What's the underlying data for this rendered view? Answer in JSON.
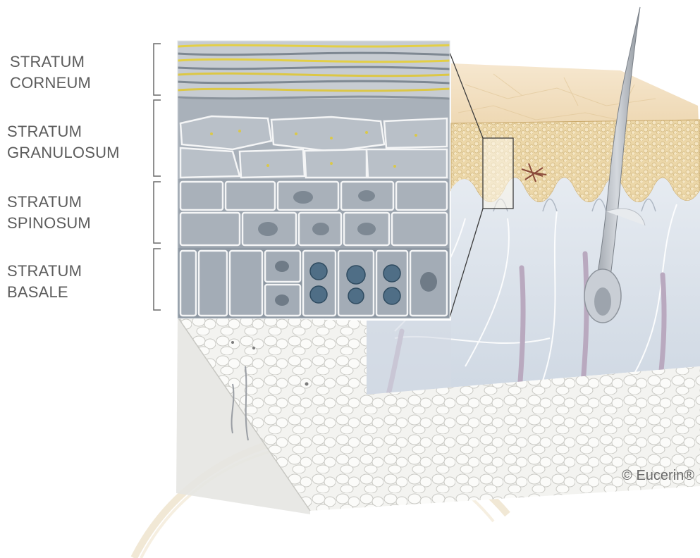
{
  "layers": [
    {
      "name": "STRATUM\nCORNEUM"
    },
    {
      "name": "STRATUM\nGRANULOSUM"
    },
    {
      "name": "STRATUM\nSPINOSUM"
    },
    {
      "name": "STRATUM\nBASALE"
    }
  ],
  "copyright": "© Eucerin®",
  "colors": {
    "corneum_yellow": "#e8d34a",
    "cell_gray": "#9aa3ad",
    "dermis_blue": "#d8e0ea",
    "fat_white": "#f2f2ef",
    "skin_tan": "#f0d9b8",
    "watermark": "#e6d6b4"
  }
}
